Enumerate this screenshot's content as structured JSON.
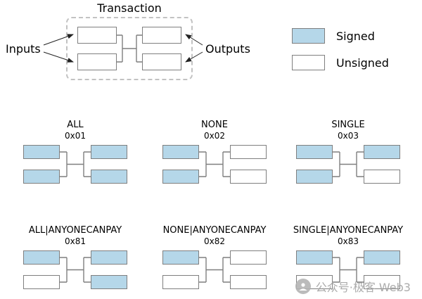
{
  "transaction": {
    "title": "Transaction",
    "inputs_label": "Inputs",
    "outputs_label": "Outputs"
  },
  "legend": {
    "signed_label": "Signed",
    "unsigned_label": "Unsigned"
  },
  "colors": {
    "signed": "#b5d7e9",
    "unsigned": "#ffffff",
    "box_border": "#7f7f7f"
  },
  "sighash_types": [
    {
      "name": "ALL",
      "code": "0x01",
      "inputs": [
        "signed",
        "signed"
      ],
      "outputs": [
        "signed",
        "signed"
      ]
    },
    {
      "name": "NONE",
      "code": "0x02",
      "inputs": [
        "signed",
        "signed"
      ],
      "outputs": [
        "unsigned",
        "unsigned"
      ]
    },
    {
      "name": "SINGLE",
      "code": "0x03",
      "inputs": [
        "signed",
        "signed"
      ],
      "outputs": [
        "signed",
        "unsigned"
      ]
    },
    {
      "name": "ALL|ANYONECANPAY",
      "code": "0x81",
      "inputs": [
        "signed",
        "unsigned"
      ],
      "outputs": [
        "signed",
        "signed"
      ]
    },
    {
      "name": "NONE|ANYONECANPAY",
      "code": "0x82",
      "inputs": [
        "signed",
        "unsigned"
      ],
      "outputs": [
        "unsigned",
        "unsigned"
      ]
    },
    {
      "name": "SINGLE|ANYONECANPAY",
      "code": "0x83",
      "inputs": [
        "signed",
        "unsigned"
      ],
      "outputs": [
        "signed",
        "unsigned"
      ]
    }
  ],
  "watermark": {
    "text": "公众号·极客 Web3"
  }
}
